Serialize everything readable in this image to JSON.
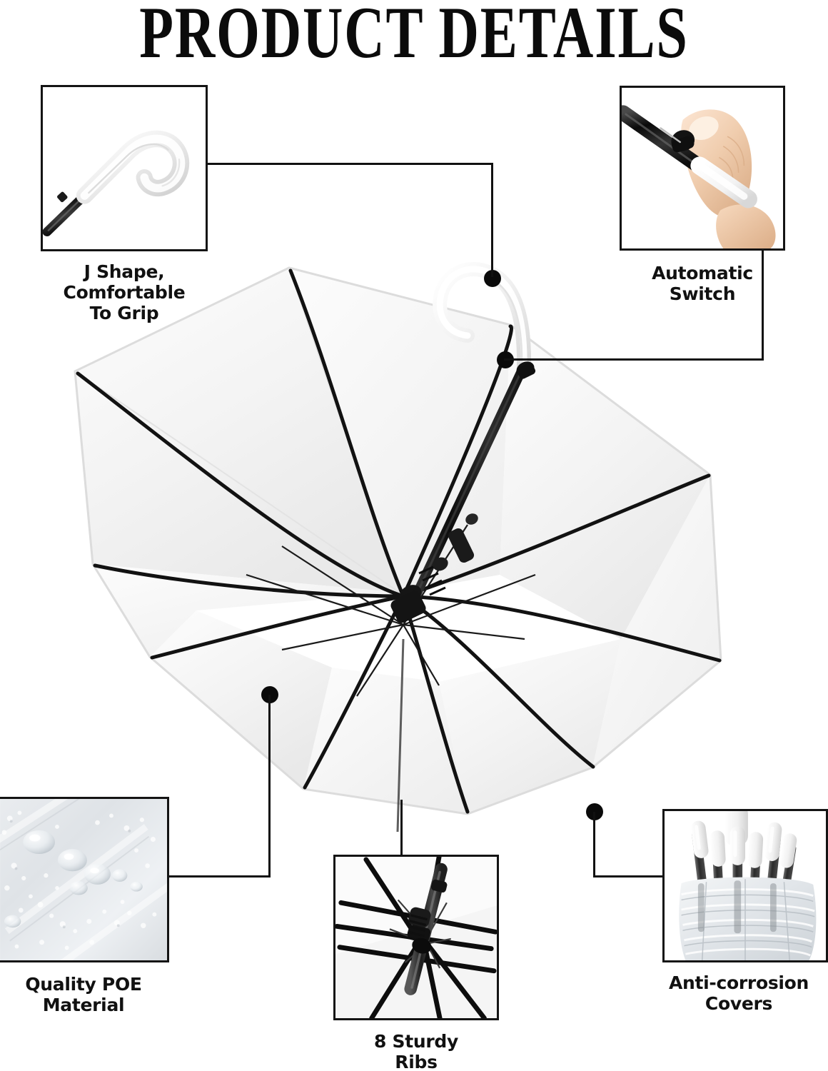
{
  "header": {
    "title": "PRODUCT DETAILS"
  },
  "hero": {
    "name": "clear-bubble-umbrella",
    "description": "Transparent POE canopy umbrella, open, viewed from underneath, white J-hook handle",
    "rib_count": 8,
    "canopy_color": "#f4f4f4",
    "rib_color": "#121212",
    "handle_color": "#ffffff",
    "shaft_color": "#1a1a1a"
  },
  "callouts": [
    {
      "id": "j-shape",
      "caption": "J Shape,\nComfortable\nTo Grip",
      "image": "white-j-hook-handle-photo",
      "image_alt": "Close-up of a white curved J-shaped umbrella handle on a black shaft"
    },
    {
      "id": "automatic-switch",
      "caption": "Automatic\nSwitch",
      "image": "finger-pressing-switch-photo",
      "image_alt": "A finger pressing the black automatic open button on the umbrella shaft"
    },
    {
      "id": "quality-poe-material",
      "caption": "Quality POE\nMaterial",
      "image": "water-droplets-on-fabric-photo",
      "image_alt": "Water droplets beading on a translucent POE canopy surface"
    },
    {
      "id": "sturdy-ribs",
      "caption": "8 Sturdy\nRibs",
      "image": "rib-hub-photo",
      "image_alt": "Close-up of the umbrella runner hub where the eight ribs meet"
    },
    {
      "id": "anti-corrosion-covers",
      "caption": "Anti-corrosion\nCovers",
      "image": "rib-tip-caps-photo",
      "image_alt": "Closed umbrella showing white anti-corrosion caps on the rib tips"
    }
  ],
  "colors": {
    "ink": "#111111",
    "frame": "#141414",
    "background": "#ffffff",
    "canopy": "#f4f4f4"
  }
}
